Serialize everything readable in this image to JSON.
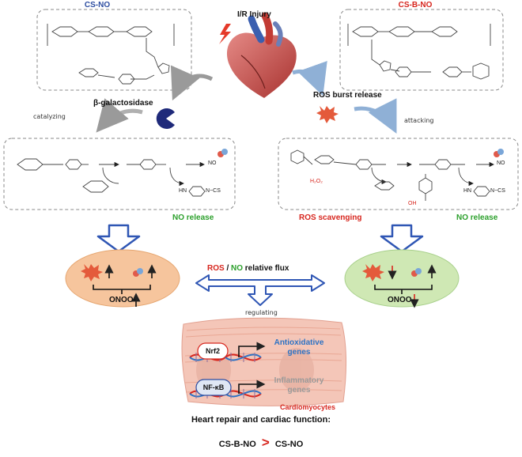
{
  "top_left_title": "CS-NO",
  "top_right_title": "CS-B-NO",
  "center_title": "I/R Injury",
  "enzyme_label": "β-galactosidase",
  "ros_burst_label": "ROS burst release",
  "catalyzing_label": "catalyzing",
  "attacking_label": "attacking",
  "h2o2_label": "H₂O₂",
  "no_label": "NO",
  "ncs_label": "N−CS",
  "nh_label": "HN",
  "oh_label": "OH",
  "no_release_left": "NO release",
  "ros_scavenging": "ROS scavenging",
  "no_release_right": "NO release",
  "flux_ros": "ROS",
  "flux_sep": " / ",
  "flux_no": "NO",
  "flux_rest": " relative flux",
  "regulating_label": "regulating",
  "onoo_label": "ONOO-",
  "nrf2_label": "Nrf2",
  "nfkb_label": "NF-κB",
  "antioxidative_line1": "Antioxidative",
  "antioxidative_line2": "genes",
  "inflammatory_line1": "Inflammatory",
  "inflammatory_line2": "genes",
  "cardiomyocytes_label": "Cardiomyocytes",
  "conclusion_title": "Heart repair and cardiac function:",
  "conclusion_left": "CS-B-NO",
  "conclusion_op": ">",
  "conclusion_right": "CS-NO",
  "colors": {
    "cs_no_blue": "#2e4ea1",
    "red": "#d7261e",
    "green": "#2ca02c",
    "arrow_blue": "#2f56b4",
    "orange_ellipse": "#f6c59d",
    "green_ellipse": "#cfe8b4",
    "tissue": "#f4c6b8",
    "gene_blue": "#2e73c4",
    "gene_gray": "#9a9a9a"
  },
  "icons": [
    "heart-icon",
    "lightning-icon",
    "pacman-enzyme-icon",
    "ros-burst-icon",
    "no-molecule-icon",
    "dna-helix-icon"
  ]
}
